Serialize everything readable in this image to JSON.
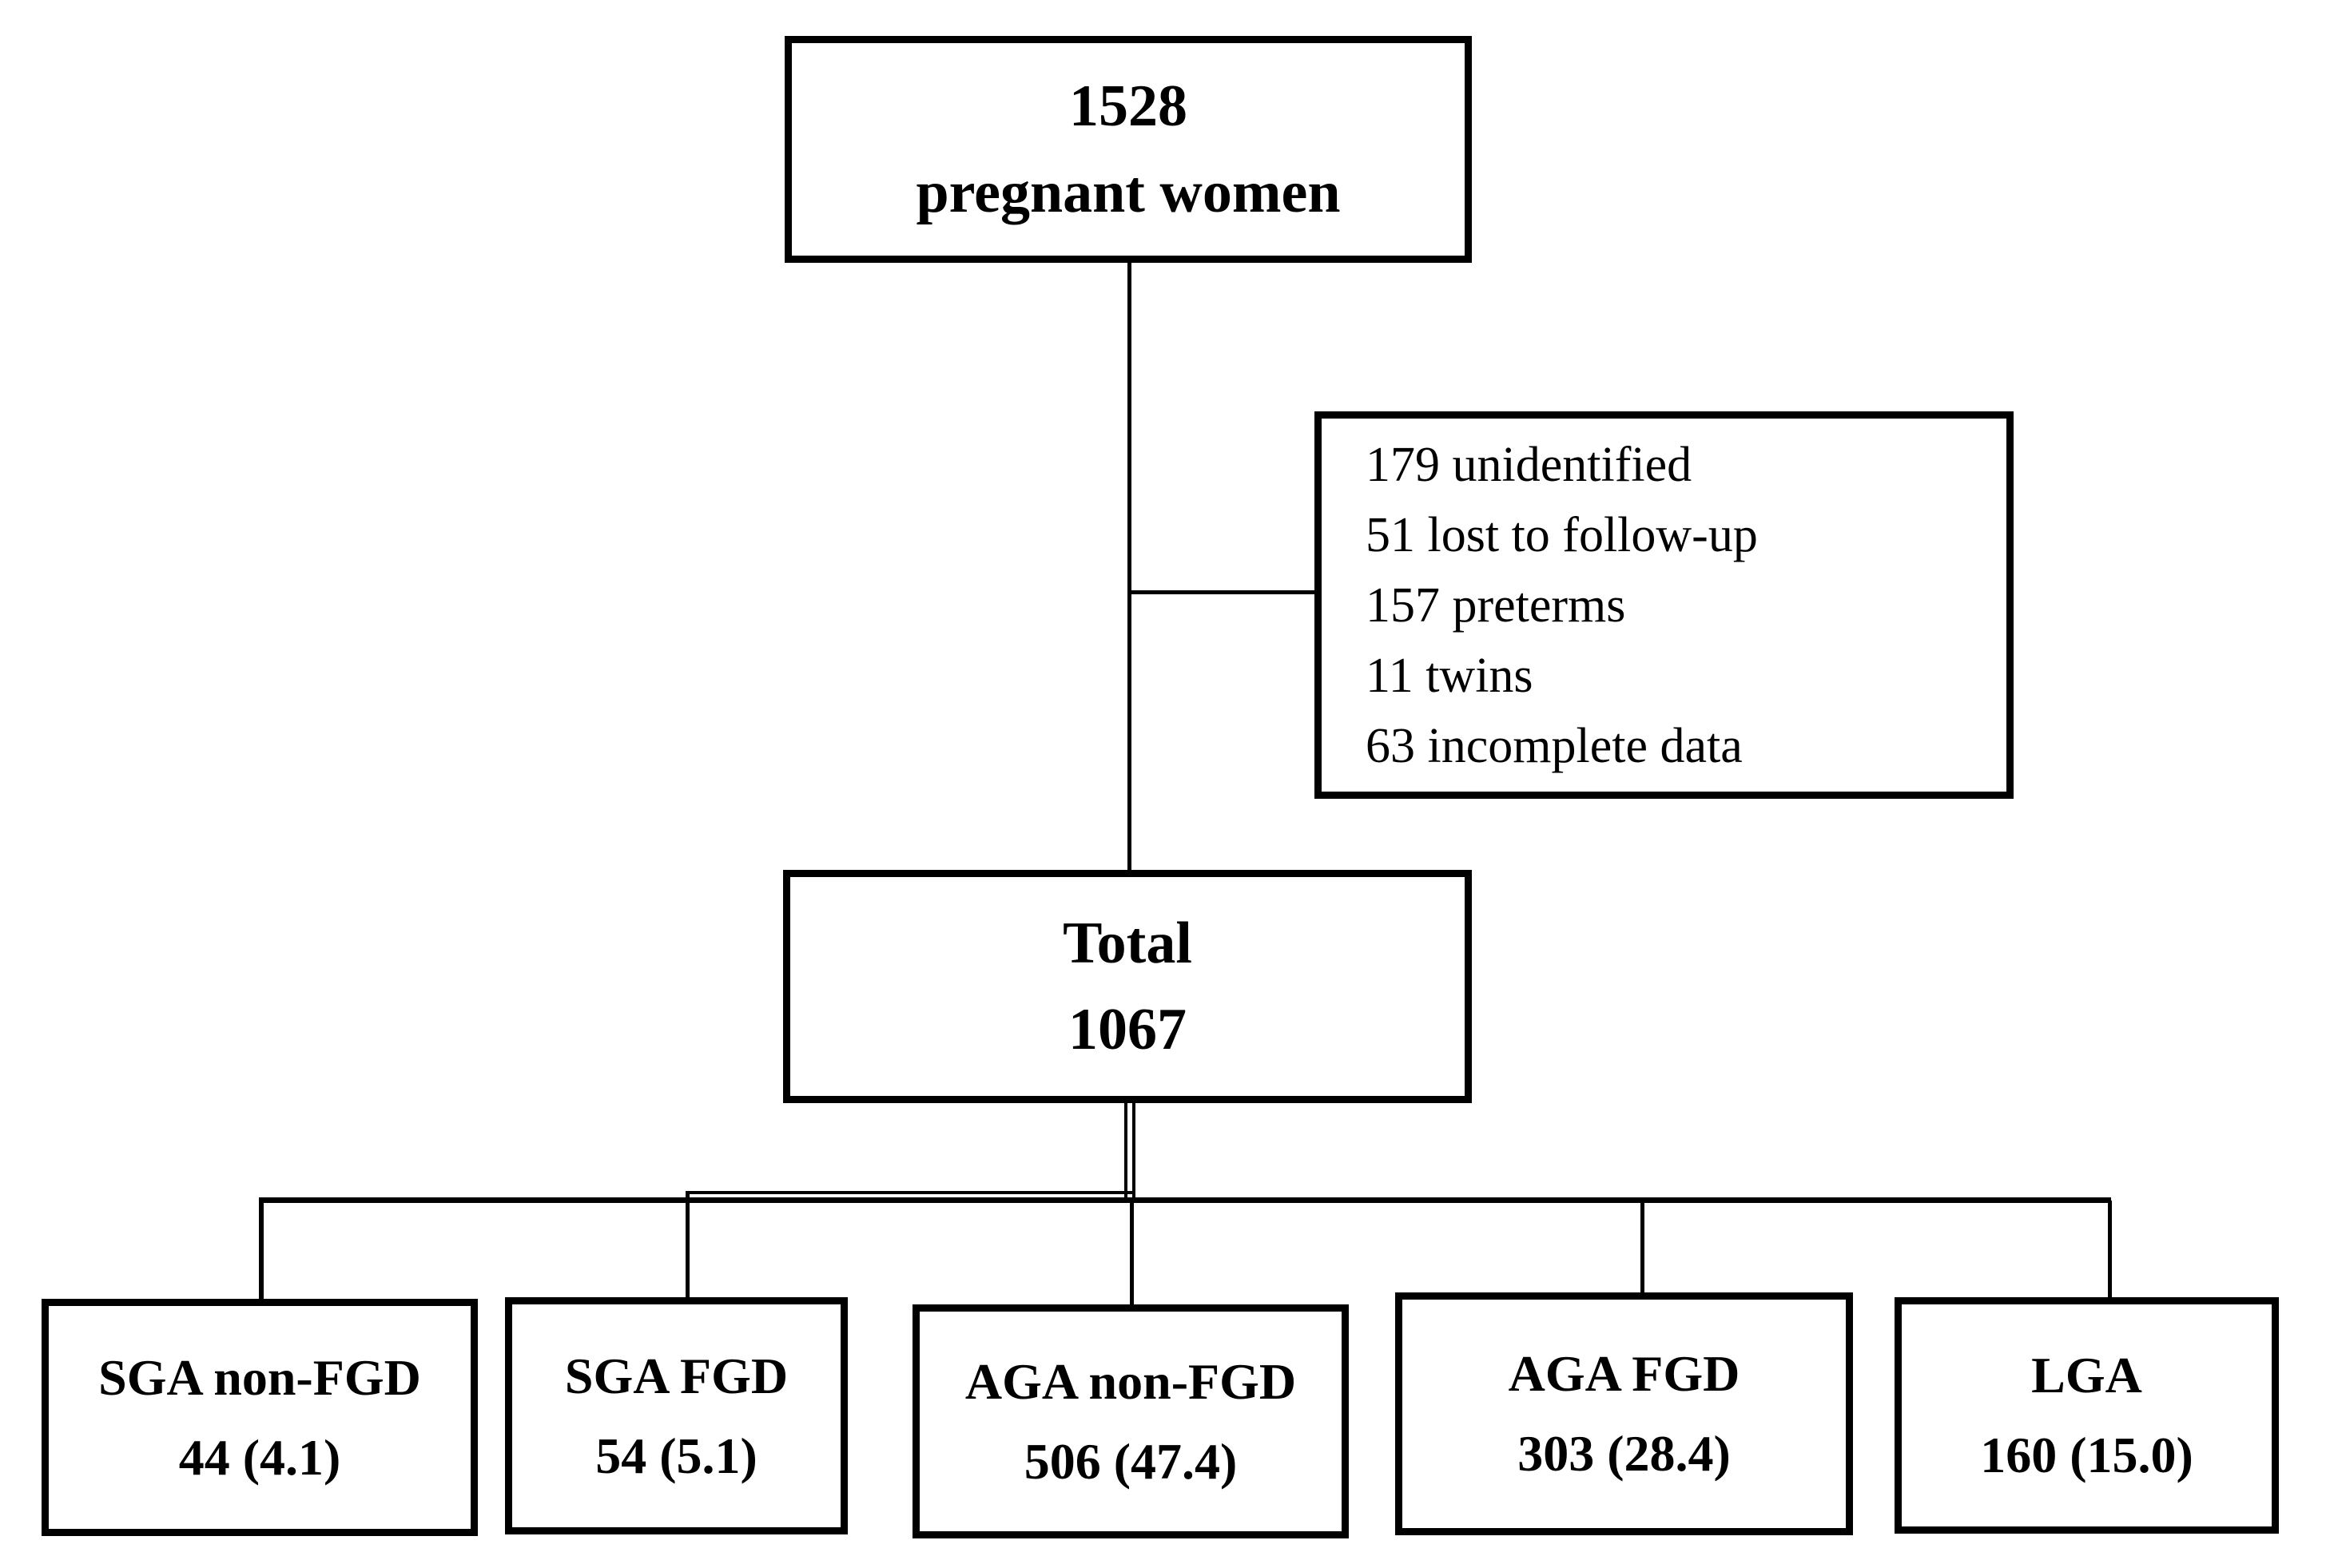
{
  "figure": {
    "background_color": "#ffffff",
    "ink_color": "#000000",
    "top_box": {
      "count": "1528",
      "label": "pregnant women"
    },
    "exclusion_box": {
      "items": [
        "179 unidentified",
        "51 lost to follow-up",
        "157 preterms",
        "11 twins",
        "63 incomplete data"
      ]
    },
    "total_box": {
      "label": "Total",
      "count": "1067"
    },
    "outcome_boxes": [
      {
        "label": "SGA non-FGD",
        "value": "44 (4.1)"
      },
      {
        "label": "SGA FGD",
        "value": "54 (5.1)"
      },
      {
        "label": "AGA non-FGD",
        "value": "506 (47.4)"
      },
      {
        "label": "AGA FGD",
        "value": "303 (28.4)"
      },
      {
        "label": "LGA",
        "value": "160 (15.0)"
      }
    ]
  }
}
